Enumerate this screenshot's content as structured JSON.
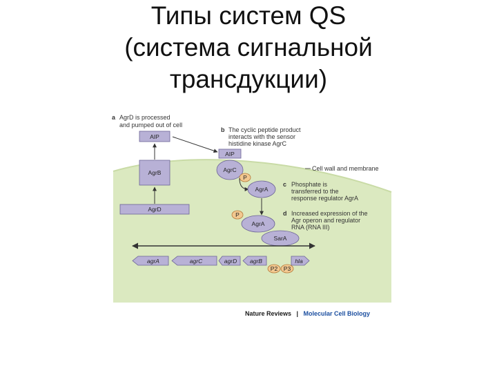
{
  "title": {
    "line1": "Типы систем QS",
    "line2": "(система сигнальной",
    "line3": "трансдукции)"
  },
  "diagram": {
    "steps": {
      "a": {
        "letter": "a",
        "line1": "AgrD is processed",
        "line2": "and pumped out of cell"
      },
      "b": {
        "letter": "b",
        "line1": "The cyclic peptide product",
        "line2": "interacts with the sensor",
        "line3": "histidine kinase AgrC"
      },
      "c": {
        "letter": "c",
        "line1": "Phosphate is",
        "line2": "transferred to the",
        "line3": "response regulator AgrA"
      },
      "d": {
        "letter": "d",
        "line1": "Increased expression of the",
        "line2": "Agr operon and regulator",
        "line3": "RNA (RNA III)"
      }
    },
    "membrane_label": "Cell wall and membrane",
    "boxes": {
      "aip_out": "AIP",
      "aip_bound": "AIP",
      "agrb": "AgrB",
      "agrd": "AgrD",
      "agrc": "AgrC",
      "agra_top": "AgrA",
      "agra_bottom": "AgrA",
      "sara": "SarA",
      "p_phospho_1": "P",
      "p_phospho_2": "P"
    },
    "genes": {
      "agra": "agrA",
      "agrc": "agrC",
      "agrd": "agrD",
      "agrb": "agrB",
      "hld": "hla"
    },
    "promoters": {
      "p2": "P2",
      "p3": "P3"
    },
    "credit": {
      "journal": "Nature Reviews",
      "separator": "|",
      "section": "Molecular Cell Biology"
    },
    "colors": {
      "cytoplasm": "#dbe9c0",
      "protein_fill": "#b8b1d6",
      "protein_stroke": "#6b6396",
      "phosphate_fill": "#f2c890",
      "phosphate_stroke": "#b57a3a",
      "arrow": "#333333",
      "credit_blue": "#1c4fa0"
    }
  }
}
